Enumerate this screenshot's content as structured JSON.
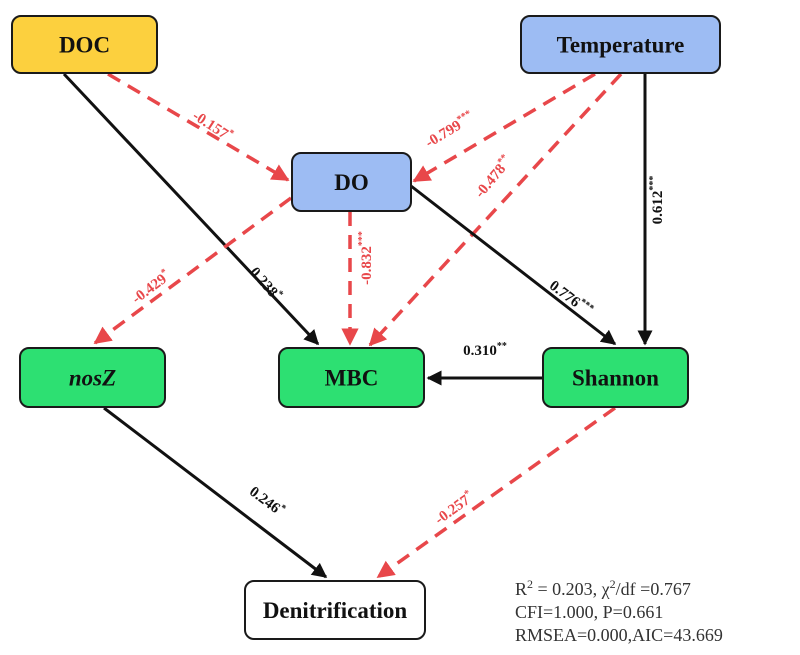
{
  "colors": {
    "positive": "#111111",
    "negative": "#e8474a",
    "driver_fill": "#fcd03e",
    "env_fill": "#9dbcf3",
    "bio_fill": "#2de072",
    "target_fill": "#ffffff"
  },
  "nodes": [
    {
      "id": "DOC",
      "label": "DOC",
      "fill": "#fcd03e",
      "italic": false
    },
    {
      "id": "Temperature",
      "label": "Temperature",
      "fill": "#9dbcf3",
      "italic": false
    },
    {
      "id": "DO",
      "label": "DO",
      "fill": "#9dbcf3",
      "italic": false
    },
    {
      "id": "nosZ",
      "label": "nosZ",
      "fill": "#2de072",
      "italic": true
    },
    {
      "id": "MBC",
      "label": "MBC",
      "fill": "#2de072",
      "italic": false
    },
    {
      "id": "Shannon",
      "label": "Shannon",
      "fill": "#2de072",
      "italic": false
    },
    {
      "id": "Denitrification",
      "label": "Denitrification",
      "fill": "#ffffff",
      "italic": false
    }
  ],
  "paths": [
    {
      "from": "DOC",
      "to": "DO",
      "coef": "-0.157",
      "sig": "*",
      "sign": "negative"
    },
    {
      "from": "DOC",
      "to": "MBC",
      "coef": "0.238",
      "sig": "*",
      "sign": "positive"
    },
    {
      "from": "Temperature",
      "to": "DO",
      "coef": "-0.799",
      "sig": "***",
      "sign": "negative"
    },
    {
      "from": "Temperature",
      "to": "MBC",
      "coef": "-0.478",
      "sig": "**",
      "sign": "negative"
    },
    {
      "from": "Temperature",
      "to": "Shannon",
      "coef": "0.612",
      "sig": "***",
      "sign": "positive"
    },
    {
      "from": "DO",
      "to": "nosZ",
      "coef": "-0.429",
      "sig": "*",
      "sign": "negative"
    },
    {
      "from": "DO",
      "to": "MBC",
      "coef": "-0.832",
      "sig": "***",
      "sign": "negative"
    },
    {
      "from": "DO",
      "to": "Shannon",
      "coef": "0.776",
      "sig": "***",
      "sign": "positive"
    },
    {
      "from": "Shannon",
      "to": "MBC",
      "coef": "0.310",
      "sig": "**",
      "sign": "positive"
    },
    {
      "from": "nosZ",
      "to": "Denitrification",
      "coef": "0.246",
      "sig": "*",
      "sign": "positive"
    },
    {
      "from": "Shannon",
      "to": "Denitrification",
      "coef": "-0.257",
      "sig": "*",
      "sign": "negative"
    }
  ],
  "fit_stats": {
    "line1_r2_prefix": "R",
    "line1_r2_sup": "2",
    "line1_r2_value": " = 0.203, ",
    "line1_chi": "χ",
    "line1_chi_sup": "2",
    "line1_chi_value": "/df =0.767",
    "line2": "CFI=1.000, P=0.661",
    "line3": "RMSEA=0.000,AIC=43.669"
  }
}
